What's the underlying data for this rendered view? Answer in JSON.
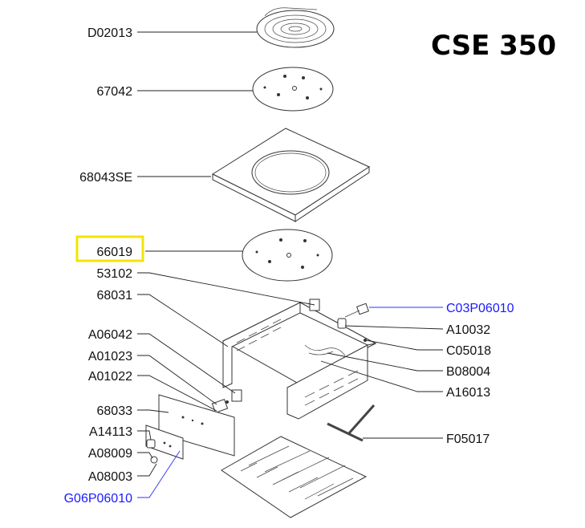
{
  "title": "CSE 350",
  "highlighted_part": "66019",
  "colors": {
    "highlight": "#f2e500",
    "blue_label": "#1a1aff"
  },
  "labels_left": [
    {
      "id": "D02013",
      "text": "D02013"
    },
    {
      "id": "67042",
      "text": "67042"
    },
    {
      "id": "68043SE",
      "text": "68043SE"
    },
    {
      "id": "66019",
      "text": "66019"
    },
    {
      "id": "53102",
      "text": "53102"
    },
    {
      "id": "68031",
      "text": "68031"
    },
    {
      "id": "A06042",
      "text": "A06042"
    },
    {
      "id": "A01023",
      "text": "A01023"
    },
    {
      "id": "A01022",
      "text": "A01022"
    },
    {
      "id": "68033",
      "text": "68033"
    },
    {
      "id": "A14113",
      "text": "A14113"
    },
    {
      "id": "A08009",
      "text": "A08009"
    },
    {
      "id": "A08003",
      "text": "A08003"
    },
    {
      "id": "G06P06010",
      "text": "G06P06010"
    }
  ],
  "labels_right": [
    {
      "id": "C03P06010",
      "text": "C03P06010"
    },
    {
      "id": "A10032",
      "text": "A10032"
    },
    {
      "id": "C05018",
      "text": "C05018"
    },
    {
      "id": "B08004",
      "text": "B08004"
    },
    {
      "id": "A16013",
      "text": "A16013"
    },
    {
      "id": "F05017",
      "text": "F05017"
    }
  ]
}
